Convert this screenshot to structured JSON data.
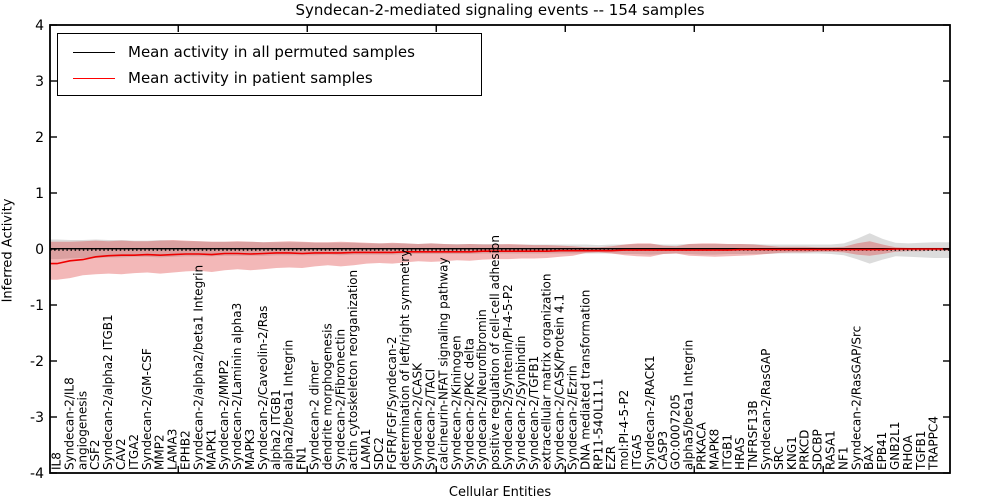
{
  "window": {
    "kind": "matplotlib-figure"
  },
  "chart_data": {
    "type": "line",
    "title": "Syndecan-2-mediated signaling events -- 154 samples",
    "xlabel": "Cellular Entities",
    "ylabel": "Inferred Activity",
    "ylim": [
      -4,
      4
    ],
    "ytick_values": [
      4,
      3,
      2,
      1,
      0,
      -1,
      -2,
      -3,
      -4
    ],
    "ytick_labels": [
      "4",
      "3",
      "2",
      "1",
      "0",
      "-1",
      "-2",
      "-3",
      "-4"
    ],
    "grid": false,
    "legend_position": "upper left",
    "legend": {
      "items": [
        {
          "label": "Mean activity in all permuted samples",
          "color": "#000000"
        },
        {
          "label": "Mean activity in patient samples",
          "color": "#ff0000"
        }
      ]
    },
    "categories": [
      "IL8",
      "Syndecan-2/IL8",
      "angiogenesis",
      "CSF2",
      "Syndecan-2/alpha2 ITGB1",
      "CAV2",
      "ITGA2",
      "Syndecan-2/GM-CSF",
      "MMP2",
      "LAMA3",
      "EPHB2",
      "Syndecan-2/alpha2/beta1 Integrin",
      "MAPK1",
      "Syndecan-2/MMP2",
      "Syndecan-2/Laminin alpha3",
      "MAPK3",
      "Syndecan-2/Caveolin-2/Ras",
      "alpha2 ITGB1",
      "alpha2/beta1 Integrin",
      "FN1",
      "Syndecan-2 dimer",
      "dendrite morphogenesis",
      "Syndecan-2/Fibronectin",
      "actin cytoskeleton reorganization",
      "LAMA1",
      "SDC2",
      "FGFR/FGF/Syndecan-2",
      "determination of left/right symmetry",
      "Syndecan-2/CASK",
      "Syndecan-2/TACI",
      "calcineurin-NFAT signaling pathway",
      "Syndecan-2/Kininogen",
      "Syndecan-2/PKC delta",
      "Syndecan-2/Neurofibromin",
      "positive regulation of cell-cell adhesion",
      "Syndecan-2/Syntenin/PI-4-5-P2",
      "Syndecan-2/Synbindin",
      "Syndecan-2/TGFB1",
      "extracellular matrix organization",
      "Syndecan-2/CASK/Protein 4.1",
      "Syndecan-2/Ezrin",
      "DNA mediated transformation",
      "RP11-540L11.1",
      "EZR",
      "mol:PI-4-5-P2",
      "ITGA5",
      "Syndecan-2/RACK1",
      "CASP3",
      "GO:0007205",
      "alpha5/beta1 Integrin",
      "PRKACA",
      "MAPK8",
      "ITGB1",
      "HRAS",
      "TNFRSF13B",
      "Syndecan-2/RasGAP",
      "SRC",
      "KNG1",
      "PRKCD",
      "SDCBP",
      "RASA1",
      "NF1",
      "Syndecan-2/RasGAP/Src",
      "BAX",
      "EPB41",
      "GNB2L1",
      "RHOA",
      "TGFB1",
      "TRAPPC4"
    ],
    "series": [
      {
        "name": "Mean activity in all permuted samples",
        "color": "#000000",
        "style": "solid",
        "constant_value": 0.005
      },
      {
        "name": "zero reference",
        "color": "#000000",
        "style": "dotted",
        "constant_value": -0.02
      },
      {
        "name": "Mean activity in patient samples",
        "color": "#ee0000",
        "style": "solid",
        "values": [
          -0.26,
          -0.21,
          -0.19,
          -0.14,
          -0.12,
          -0.11,
          -0.11,
          -0.1,
          -0.11,
          -0.1,
          -0.09,
          -0.09,
          -0.1,
          -0.08,
          -0.08,
          -0.09,
          -0.08,
          -0.07,
          -0.07,
          -0.08,
          -0.07,
          -0.07,
          -0.07,
          -0.06,
          -0.06,
          -0.06,
          -0.06,
          -0.05,
          -0.05,
          -0.05,
          -0.05,
          -0.05,
          -0.05,
          -0.04,
          -0.04,
          -0.04,
          -0.04,
          -0.04,
          -0.04,
          -0.03,
          -0.03,
          -0.03,
          -0.03,
          -0.03,
          -0.02,
          -0.02,
          -0.02,
          -0.02,
          -0.02,
          -0.02,
          -0.02,
          -0.02,
          -0.02,
          -0.01,
          -0.01,
          -0.01,
          -0.01,
          -0.01,
          -0.01,
          -0.01,
          -0.01,
          -0.01,
          -0.01,
          -0.01,
          -0.01,
          0.0,
          0.0,
          0.0,
          0.0
        ]
      }
    ],
    "bands": [
      {
        "name": "permuted-samples-range",
        "color": "rgba(130,130,130,0.28)",
        "upper": [
          0.17,
          0.16,
          0.16,
          0.17,
          0.16,
          0.16,
          0.15,
          0.15,
          0.16,
          0.15,
          0.14,
          0.14,
          0.13,
          0.13,
          0.13,
          0.13,
          0.12,
          0.12,
          0.12,
          0.12,
          0.11,
          0.11,
          0.11,
          0.11,
          0.1,
          0.1,
          0.1,
          0.1,
          0.09,
          0.1,
          0.09,
          0.09,
          0.09,
          0.09,
          0.09,
          0.08,
          0.08,
          0.08,
          0.08,
          0.08,
          0.08,
          0.08,
          0.07,
          0.08,
          0.08,
          0.09,
          0.09,
          0.08,
          0.08,
          0.09,
          0.09,
          0.09,
          0.09,
          0.09,
          0.09,
          0.08,
          0.08,
          0.08,
          0.08,
          0.08,
          0.08,
          0.1,
          0.18,
          0.28,
          0.18,
          0.11,
          0.1,
          0.11,
          0.12
        ],
        "lower": [
          -0.18,
          -0.17,
          -0.16,
          -0.16,
          -0.15,
          -0.15,
          -0.14,
          -0.14,
          -0.15,
          -0.14,
          -0.13,
          -0.13,
          -0.13,
          -0.12,
          -0.12,
          -0.12,
          -0.12,
          -0.11,
          -0.11,
          -0.11,
          -0.11,
          -0.1,
          -0.11,
          -0.1,
          -0.1,
          -0.1,
          -0.1,
          -0.09,
          -0.09,
          -0.09,
          -0.09,
          -0.09,
          -0.09,
          -0.08,
          -0.08,
          -0.08,
          -0.08,
          -0.08,
          -0.08,
          -0.08,
          -0.08,
          -0.08,
          -0.08,
          -0.08,
          -0.09,
          -0.09,
          -0.1,
          -0.09,
          -0.08,
          -0.09,
          -0.1,
          -0.1,
          -0.09,
          -0.09,
          -0.09,
          -0.09,
          -0.08,
          -0.08,
          -0.08,
          -0.08,
          -0.09,
          -0.11,
          -0.18,
          -0.26,
          -0.19,
          -0.13,
          -0.14,
          -0.15,
          -0.16
        ]
      },
      {
        "name": "patient-samples-range",
        "color": "rgba(220,40,40,0.33)",
        "upper": [
          0.13,
          0.13,
          0.14,
          0.15,
          0.14,
          0.15,
          0.14,
          0.14,
          0.15,
          0.16,
          0.15,
          0.14,
          0.13,
          0.13,
          0.14,
          0.13,
          0.12,
          0.13,
          0.14,
          0.13,
          0.12,
          0.12,
          0.13,
          0.12,
          0.11,
          0.1,
          0.11,
          0.1,
          0.09,
          0.1,
          0.09,
          0.08,
          0.09,
          0.08,
          0.08,
          0.09,
          0.08,
          0.07,
          0.07,
          0.06,
          0.05,
          0.03,
          0.03,
          0.05,
          0.08,
          0.1,
          0.1,
          0.06,
          0.05,
          0.09,
          0.1,
          0.1,
          0.09,
          0.09,
          0.08,
          0.06,
          0.04,
          0.04,
          0.04,
          0.03,
          0.03,
          0.04,
          0.1,
          0.14,
          0.08,
          0.03,
          0.02,
          0.02,
          0.02
        ],
        "lower": [
          -0.55,
          -0.52,
          -0.47,
          -0.45,
          -0.44,
          -0.45,
          -0.43,
          -0.42,
          -0.44,
          -0.42,
          -0.4,
          -0.39,
          -0.41,
          -0.38,
          -0.36,
          -0.38,
          -0.36,
          -0.34,
          -0.33,
          -0.34,
          -0.31,
          -0.29,
          -0.31,
          -0.29,
          -0.26,
          -0.25,
          -0.26,
          -0.24,
          -0.22,
          -0.23,
          -0.22,
          -0.2,
          -0.21,
          -0.19,
          -0.18,
          -0.18,
          -0.17,
          -0.17,
          -0.16,
          -0.14,
          -0.12,
          -0.07,
          -0.06,
          -0.08,
          -0.11,
          -0.13,
          -0.14,
          -0.09,
          -0.08,
          -0.12,
          -0.13,
          -0.14,
          -0.13,
          -0.12,
          -0.11,
          -0.09,
          -0.07,
          -0.06,
          -0.06,
          -0.05,
          -0.05,
          -0.06,
          -0.1,
          -0.12,
          -0.09,
          -0.05,
          -0.04,
          -0.04,
          -0.03
        ]
      }
    ]
  }
}
